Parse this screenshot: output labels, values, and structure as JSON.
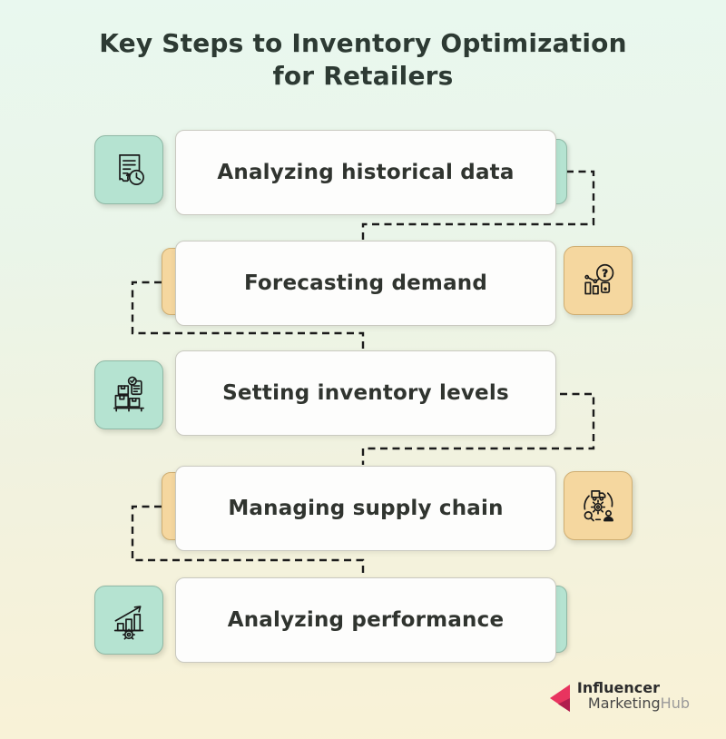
{
  "title": {
    "line1": "Key Steps to Inventory Optimization",
    "line2": "for Retailers"
  },
  "steps": [
    {
      "label": "Analyzing historical data",
      "icon": "document-history-icon",
      "icon_side": "left",
      "accent": "teal",
      "tab_side": "right"
    },
    {
      "label": "Forecasting demand",
      "icon": "demand-magnifier-icon",
      "icon_side": "right",
      "accent": "orange",
      "tab_side": "left"
    },
    {
      "label": "Setting inventory levels",
      "icon": "inventory-boxes-icon",
      "icon_side": "left",
      "accent": "teal",
      "tab_side": "none"
    },
    {
      "label": "Managing supply chain",
      "icon": "supply-chain-cycle-icon",
      "icon_side": "right",
      "accent": "orange",
      "tab_side": "left"
    },
    {
      "label": "Analyzing performance",
      "icon": "performance-growth-icon",
      "icon_side": "left",
      "accent": "teal",
      "tab_side": "right"
    }
  ],
  "colors": {
    "teal": "#b5e3d1",
    "orange": "#f5d79f",
    "card_bg": "#fdfdfc",
    "connector": "#1b1b1b",
    "title_text": "#2d3a33",
    "step_text": "#30342f",
    "bg_top": "#e9f8ef",
    "bg_bottom": "#f9f2d6",
    "logo_pink": "#e8345f",
    "logo_pink_dark": "#b01d4e"
  },
  "logo": {
    "line1": "Influencer",
    "line2_part1": "Marketing",
    "line2_part2": "Hub"
  }
}
